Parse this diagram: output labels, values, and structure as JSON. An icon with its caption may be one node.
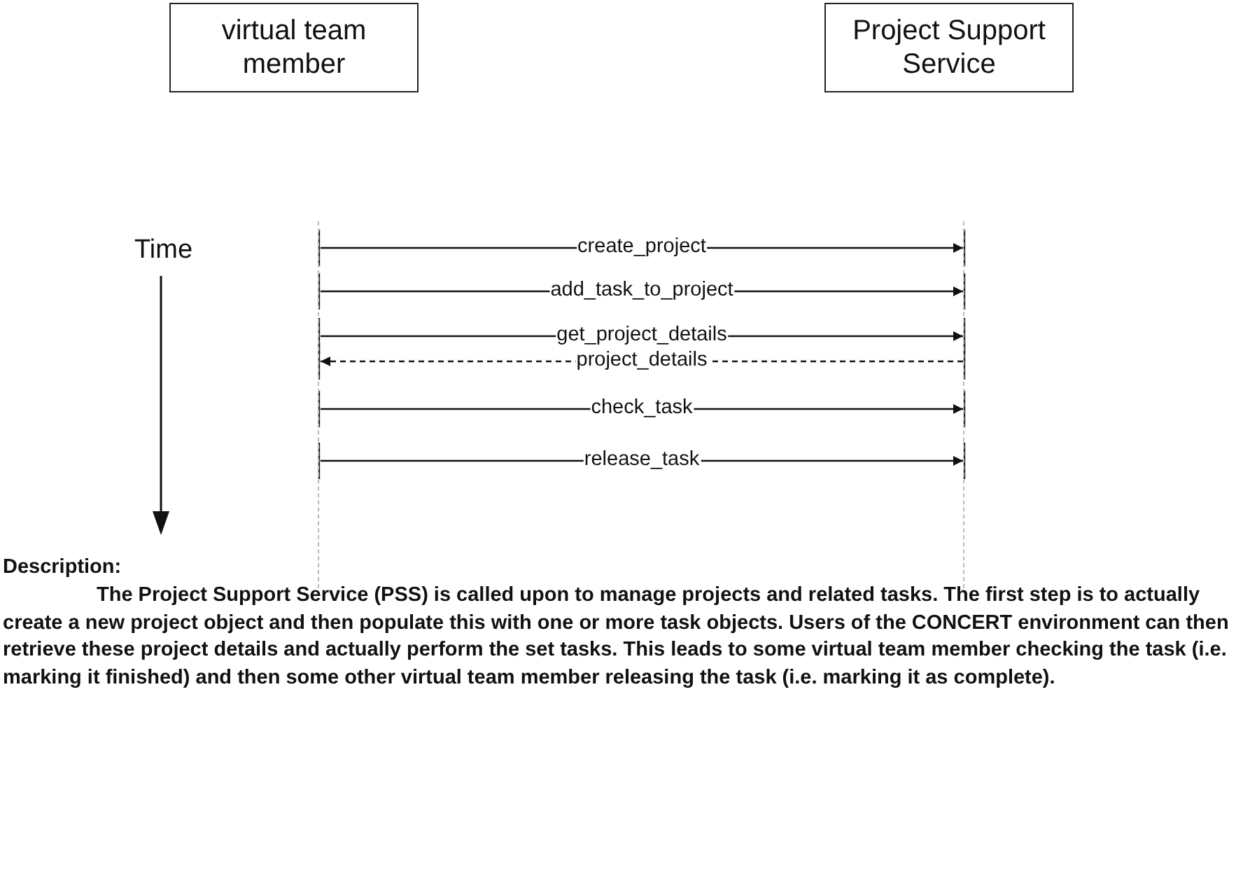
{
  "diagram": {
    "nodes": [
      {
        "text": [
          "virtual team member"
        ]
      },
      {
        "text": [
          "Project Support Service"
        ]
      },
      {
        "text": [],
        "shape": "bar"
      },
      {
        "text": [],
        "shape": "bar"
      }
    ],
    "edges": [
      {
        "from": 2,
        "to": 3,
        "arrow": "to",
        "label": "create_project"
      },
      {
        "from": 2,
        "to": 3,
        "arrow": "to",
        "label": "add_task_to_project"
      },
      {
        "from": 2,
        "to": 3,
        "arrow": "to",
        "label": "get_project_details"
      },
      {
        "from": 3,
        "to": 2,
        "arrow": "to",
        "label": "project_details",
        "style": "dashed"
      },
      {
        "from": 2,
        "to": 3,
        "arrow": "to",
        "label": "check_task"
      },
      {
        "from": 2,
        "to": 3,
        "arrow": "to",
        "label": "release_task"
      }
    ],
    "labels": [
      "Time",
      "Description:",
      "The Project Support Service (PSS) is called upon to manage projects and related tasks. The first step is to actually create a new project object and then populate this with one or more task objects. Users of the CONCERT environment can then retrieve these project details and actually perform the set tasks. This leads to some virtual team member checking the task (i.e. marking it finished) and then some other virtual team member releasing the task (i.e. marking it as complete)."
    ]
  }
}
